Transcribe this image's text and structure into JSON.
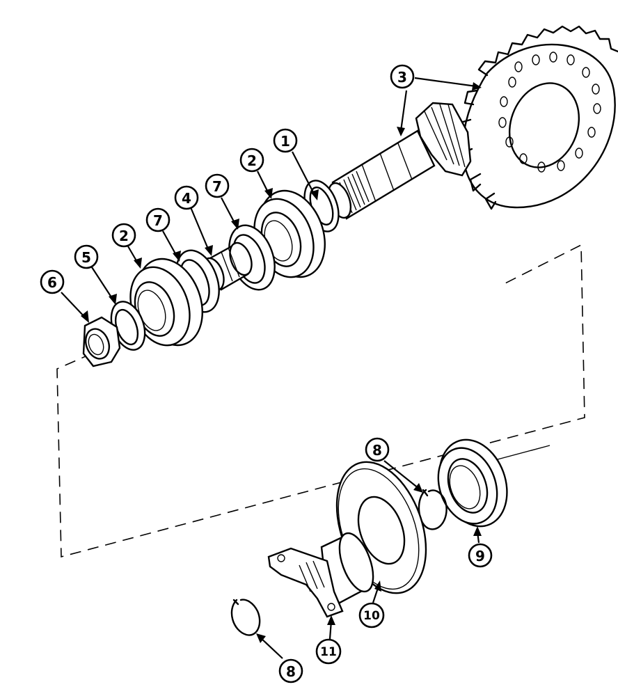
{
  "callouts": [
    {
      "id": "c1",
      "label": "1"
    },
    {
      "id": "c2a",
      "label": "2"
    },
    {
      "id": "c2b",
      "label": "2"
    },
    {
      "id": "c3",
      "label": "3"
    },
    {
      "id": "c4",
      "label": "4"
    },
    {
      "id": "c5",
      "label": "5"
    },
    {
      "id": "c6",
      "label": "6"
    },
    {
      "id": "c7a",
      "label": "7"
    },
    {
      "id": "c7b",
      "label": "7"
    },
    {
      "id": "c8a",
      "label": "8"
    },
    {
      "id": "c8b",
      "label": "8"
    },
    {
      "id": "c9",
      "label": "9"
    },
    {
      "id": "c10",
      "label": "10"
    },
    {
      "id": "c11",
      "label": "11"
    }
  ]
}
